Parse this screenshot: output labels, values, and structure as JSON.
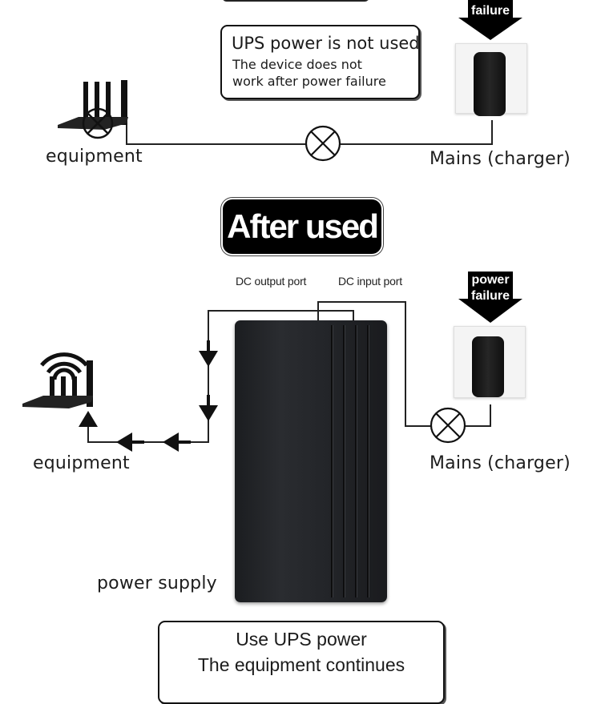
{
  "before_section": {
    "power_failure_badge_text": "failure",
    "info_box": {
      "title": "UPS power is not used",
      "line1": "The device does not",
      "line2": "work after power failure"
    },
    "equipment_label": "equipment",
    "mains_label": "Mains (charger)"
  },
  "after_banner": "After used",
  "after_section": {
    "dc_output_label": "DC output port",
    "dc_input_label": "DC input port",
    "power_failure_badge": {
      "line1": "power",
      "line2": "failure"
    },
    "equipment_label": "equipment",
    "mains_label": "Mains (charger)",
    "power_supply_label": "power supply",
    "bottom_box": {
      "line1": "Use UPS power",
      "line2": "The equipment continues"
    }
  }
}
